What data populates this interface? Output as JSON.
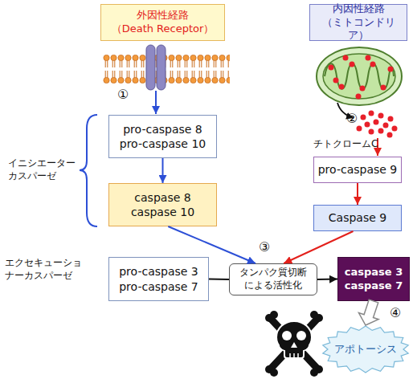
{
  "diagram": {
    "nodes": [
      {
        "text": [
          "外因性経路",
          "（Death Receptor）"
        ]
      },
      {
        "text": [
          "内因性経路",
          "（ミトコンドリア）"
        ]
      },
      {
        "text": [
          "pro-caspase 8",
          "pro-caspase 10"
        ]
      },
      {
        "text": [
          "pro-caspase 9"
        ]
      },
      {
        "text": [
          "caspase 8",
          "caspase 10"
        ]
      },
      {
        "text": [
          "Caspase 9"
        ]
      },
      {
        "text": [
          "pro-caspase 3",
          "pro-caspase 7"
        ]
      },
      {
        "text": [
          "タンパク質切断 による活性化"
        ]
      },
      {
        "text": [
          "caspase 3",
          "caspase 7"
        ]
      },
      {
        "text": [
          "アポトーシス"
        ]
      }
    ],
    "edges": [
      {
        "from": 2,
        "to": 4,
        "arrow": "to"
      },
      {
        "from": 3,
        "to": 5,
        "arrow": "to"
      },
      {
        "from": 4,
        "to": 7,
        "arrow": "to"
      },
      {
        "from": 5,
        "to": 7,
        "arrow": "to"
      },
      {
        "from": 6,
        "to": 7,
        "arrow": "none"
      },
      {
        "from": 7,
        "to": 8,
        "arrow": "to"
      },
      {
        "from": 8,
        "to": 9,
        "arrow": "to"
      }
    ],
    "labels": [
      "①",
      "②",
      "③",
      "④",
      "チトクロームC",
      "イニシエーター カスパーゼ",
      "エクセキューショ ナーカスパーゼ"
    ]
  }
}
